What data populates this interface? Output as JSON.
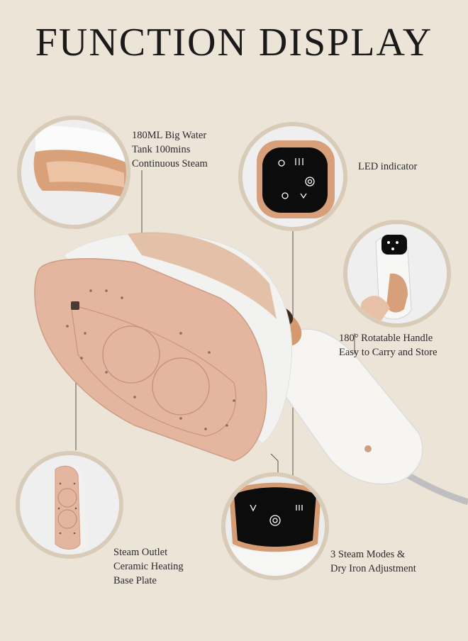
{
  "title": "FUNCTION DISPLAY",
  "callouts": {
    "tank": [
      "180ML Big Water",
      "Tank 100mins",
      "Continuous Steam"
    ],
    "led": [
      "LED indicator"
    ],
    "handle": [
      "180° Rotatable Handle",
      "Easy to Carry and Store"
    ],
    "base": [
      "Steam Outlet",
      "Ceramic Heating",
      "Base Plate"
    ],
    "modes": [
      "3 Steam Modes &",
      "Dry Iron Adjustment"
    ]
  },
  "colors": {
    "background": "#ede4d8",
    "rose_gold": "#e2b7a0",
    "accent": "#c98a5d",
    "panel": "#0c0c0c"
  }
}
